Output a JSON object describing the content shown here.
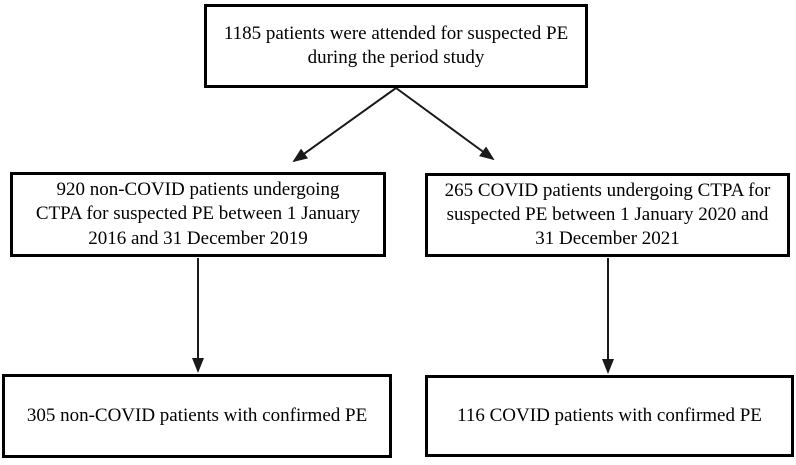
{
  "figure": {
    "title": "Patient flow diagram for suspected PE study",
    "colors": {
      "background": "#ffffff",
      "border": "#000000",
      "text": "#000000",
      "arrow": "#1a1a1a"
    }
  },
  "nodes": {
    "top": {
      "lines": {
        "0": "1185 patients were attended for suspected PE",
        "1": "during the period study"
      }
    },
    "mid_left": {
      "lines": {
        "0": "920 non-COVID patients undergoing",
        "1": "CTPA for suspected PE between 1 January",
        "2": "2016 and 31 December 2019"
      }
    },
    "mid_right": {
      "lines": {
        "0": "265 COVID patients undergoing CTPA for",
        "1": "suspected PE between 1 January 2020 and",
        "2": "31 December 2021"
      }
    },
    "bottom_left": {
      "lines": {
        "0": "305 non-COVID patients with confirmed PE"
      }
    },
    "bottom_right": {
      "lines": {
        "0": "116 COVID patients with confirmed PE"
      }
    }
  }
}
